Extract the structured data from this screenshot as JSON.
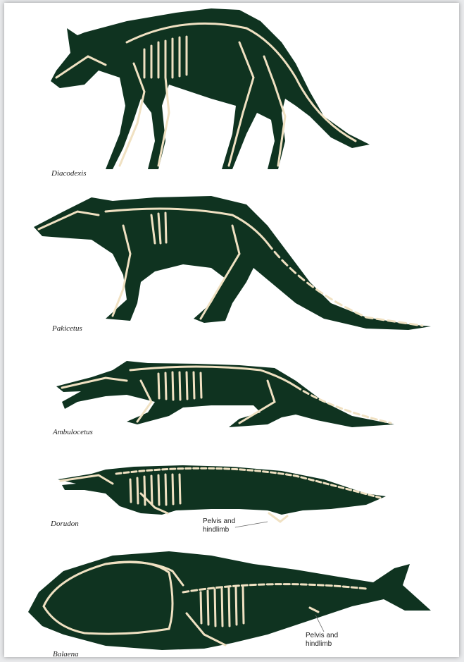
{
  "figure": {
    "colors": {
      "body": "#0f3320",
      "bone": "#f0e1c2",
      "background": "#ffffff",
      "frame": "#e9eaec"
    },
    "animals": [
      {
        "name": "Diacodexis"
      },
      {
        "name": "Pakicetus"
      },
      {
        "name": "Ambulocetus"
      },
      {
        "name": "Dorudon",
        "annotation": "Pelvis and\nhindlimb"
      },
      {
        "name": "Balaena",
        "annotation": "Pelvis and\nhindlimb"
      }
    ]
  }
}
